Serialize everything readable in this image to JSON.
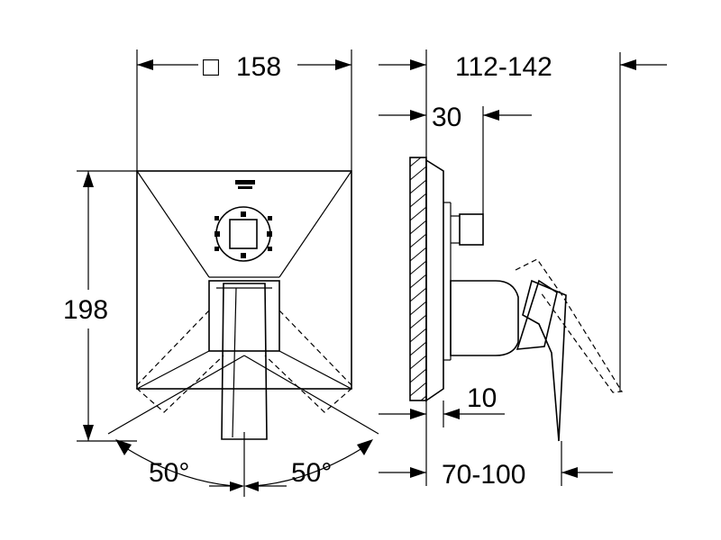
{
  "drawing": {
    "dimensions": {
      "width_symbol": "□",
      "width_value": "158",
      "height_value": "198",
      "depth_range": "112-142",
      "stem_depth": "30",
      "plate_offset": "10",
      "wall_to_lever": "70-100",
      "angle_left": "50°",
      "angle_right": "50°"
    }
  }
}
